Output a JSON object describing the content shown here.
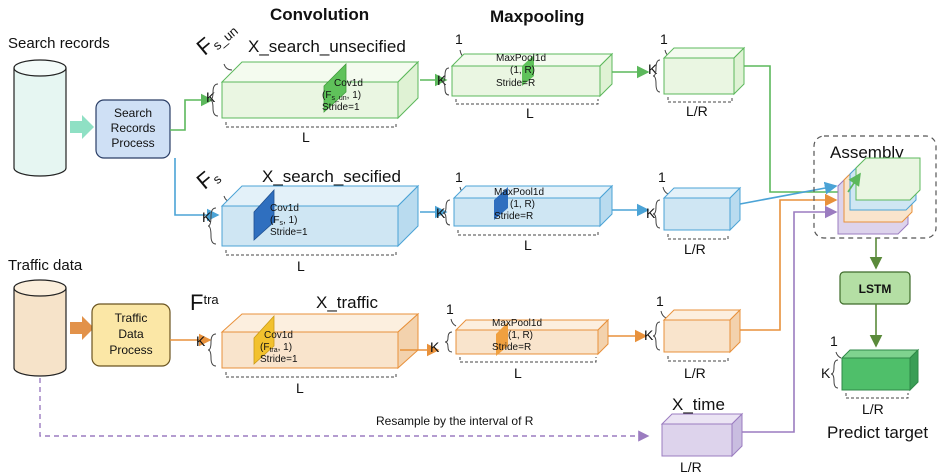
{
  "titles": {
    "convolution": "Convolution",
    "maxpooling": "Maxpooling"
  },
  "inputs": {
    "search_records": "Search records",
    "traffic_data": "Traffic data",
    "search_process": [
      "Search",
      "Records",
      "Process"
    ],
    "traffic_process": [
      "Traffic",
      "Data",
      "Process"
    ]
  },
  "rows": {
    "unspecified": {
      "filter_symbol": "F",
      "filter_sub": "s_un",
      "name": "X_search_unsecified",
      "conv": {
        "op": "Cov1d",
        "param_pre": "(F",
        "param_sub": "s_un",
        "param_post": ", 1)",
        "stride": "Stride=1"
      },
      "pool": {
        "op": "MaxPool1d",
        "param": "(1, R)",
        "stride": "Stride=R"
      }
    },
    "specified": {
      "filter_symbol": "F",
      "filter_sub": "s",
      "name": "X_search_secified",
      "conv": {
        "op": "Cov1d",
        "param_pre": "(F",
        "param_sub": "s",
        "param_post": ", 1)",
        "stride": "Stride=1"
      },
      "pool": {
        "op": "MaxPool1d",
        "param": "(1, R)",
        "stride": "Stride=R"
      }
    },
    "traffic": {
      "filter_symbol": "F",
      "filter_sub": "tra",
      "name": "X_traffic",
      "conv": {
        "op": "Cov1d",
        "param_pre": "(F",
        "param_sub": "tra",
        "param_post": ", 1)",
        "stride": "Stride=1"
      },
      "pool": {
        "op": "MaxPool1d",
        "param": "(1, R)",
        "stride": "Stride=R"
      }
    }
  },
  "dims": {
    "K": "K",
    "L": "L",
    "one": "1",
    "LR": "L/R"
  },
  "time": {
    "name": "X_time",
    "resample": "Resample by the interval of  R"
  },
  "assembly": "Assembly",
  "lstm": "LSTM",
  "predict": "Predict target",
  "colors": {
    "green": "#5cb85c",
    "green_fill": "#eaf6e2",
    "blue": "#4ba3d6",
    "blue_fill": "#cfe6f3",
    "orange": "#e8913b",
    "orange_fill": "#f9e4cc",
    "purple": "#9b7cc0",
    "purple_fill": "#ddd3ec",
    "conv_green": "#5fc25a",
    "conv_blue": "#2f6fbf",
    "conv_yellow": "#f2c12e",
    "pool_orange": "#f0a040",
    "lstm": "#b4dfa4",
    "out_green": "#4fbf6a"
  }
}
